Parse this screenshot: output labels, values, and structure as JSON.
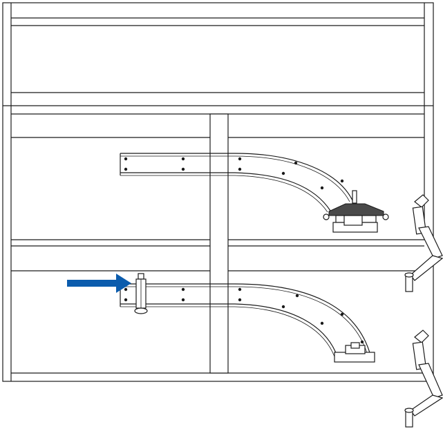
{
  "figure": {
    "subject": "corner-cabinet-pull-out-rail-installation",
    "shelves": [
      "upper-shelf",
      "lower-shelf"
    ],
    "arrow_color": "#0b5cad",
    "line_color": "#1a1a1a",
    "background": "#ffffff"
  }
}
